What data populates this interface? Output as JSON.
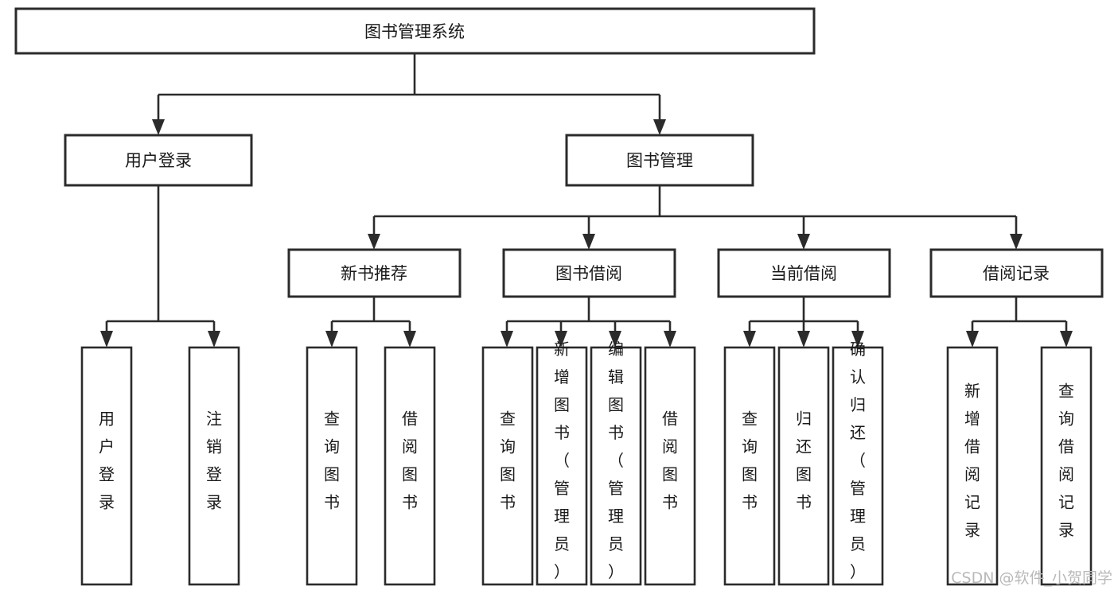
{
  "diagram": {
    "type": "tree-hierarchy-chart",
    "title": "图书管理系统",
    "background_color": "#ffffff",
    "line_color": "#2b2b2b",
    "text_color": "#1a1a1a",
    "levels": [
      {
        "level": 1,
        "nodes": [
          {
            "id": "root",
            "label": "图书管理系统",
            "orientation": "horizontal"
          }
        ]
      },
      {
        "level": 2,
        "nodes": [
          {
            "id": "login",
            "label": "用户登录",
            "orientation": "horizontal",
            "parent": "root"
          },
          {
            "id": "bookmgmt",
            "label": "图书管理",
            "orientation": "horizontal",
            "parent": "root"
          }
        ]
      },
      {
        "level": 3,
        "nodes": [
          {
            "id": "newbook",
            "label": "新书推荐",
            "orientation": "horizontal",
            "parent": "bookmgmt"
          },
          {
            "id": "borrow",
            "label": "图书借阅",
            "orientation": "horizontal",
            "parent": "bookmgmt"
          },
          {
            "id": "current",
            "label": "当前借阅",
            "orientation": "horizontal",
            "parent": "bookmgmt"
          },
          {
            "id": "record",
            "label": "借阅记录",
            "orientation": "horizontal",
            "parent": "bookmgmt"
          }
        ]
      },
      {
        "level": 4,
        "nodes": [
          {
            "id": "leaf-1",
            "label": "用户登录",
            "orientation": "vertical",
            "parent": "login"
          },
          {
            "id": "leaf-2",
            "label": "注销登录",
            "orientation": "vertical",
            "parent": "login"
          },
          {
            "id": "leaf-3",
            "label": "查询图书",
            "orientation": "vertical",
            "parent": "newbook"
          },
          {
            "id": "leaf-4",
            "label": "借阅图书",
            "orientation": "vertical",
            "parent": "newbook"
          },
          {
            "id": "leaf-5",
            "label": "查询图书",
            "orientation": "vertical",
            "parent": "borrow"
          },
          {
            "id": "leaf-6",
            "label": "新增图书（管理员）",
            "orientation": "vertical",
            "parent": "borrow"
          },
          {
            "id": "leaf-7",
            "label": "编辑图书（管理员）",
            "orientation": "vertical",
            "parent": "borrow"
          },
          {
            "id": "leaf-8",
            "label": "借阅图书",
            "orientation": "vertical",
            "parent": "borrow"
          },
          {
            "id": "leaf-9",
            "label": "查询图书",
            "orientation": "vertical",
            "parent": "current"
          },
          {
            "id": "leaf-10",
            "label": "归还图书",
            "orientation": "vertical",
            "parent": "current"
          },
          {
            "id": "leaf-11",
            "label": "确认归还（管理员）",
            "orientation": "vertical",
            "parent": "current"
          },
          {
            "id": "leaf-12",
            "label": "新增借阅记录",
            "orientation": "vertical",
            "parent": "record"
          },
          {
            "id": "leaf-13",
            "label": "查询借阅记录",
            "orientation": "vertical",
            "parent": "record"
          }
        ]
      }
    ]
  },
  "watermark": {
    "text": "CSDN @软件_小贺同学",
    "color": "#b9b9b9"
  }
}
